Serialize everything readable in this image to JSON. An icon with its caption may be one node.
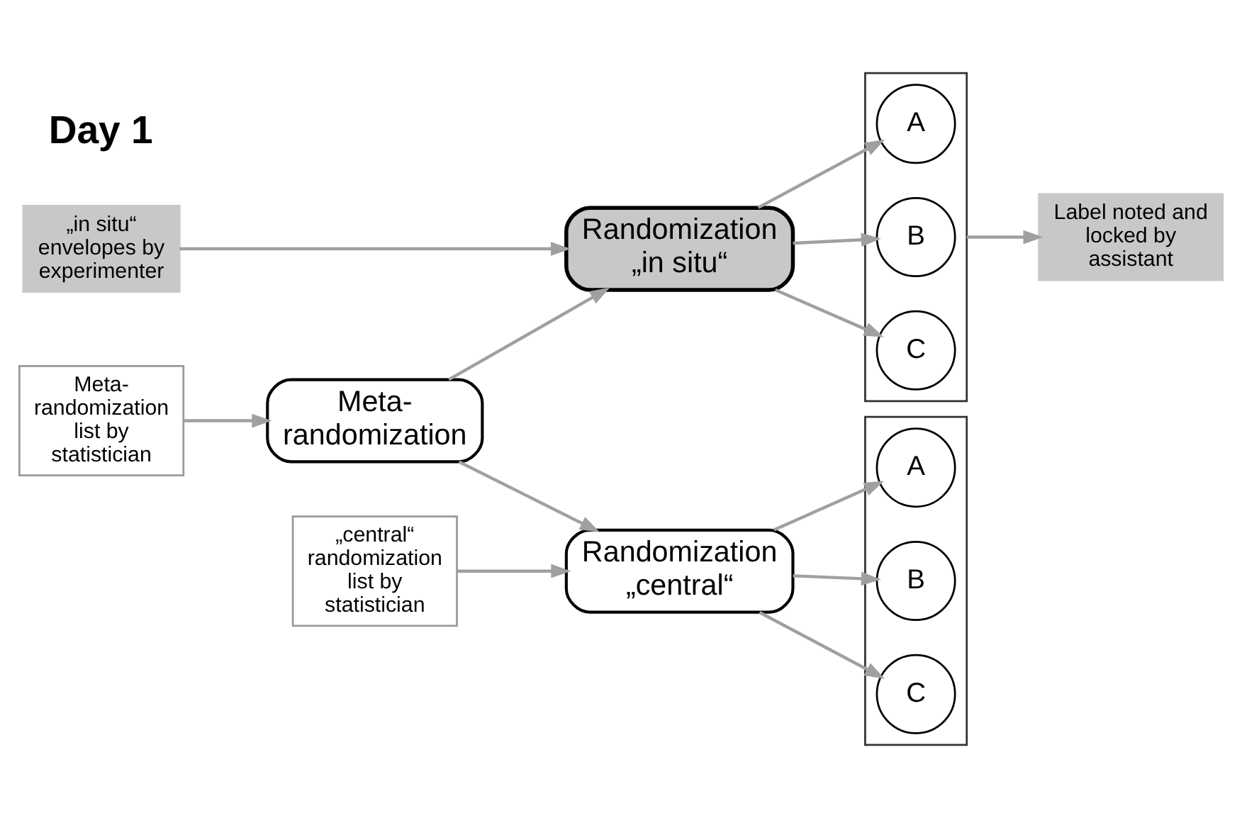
{
  "diagram": {
    "nodes": [
      {
        "text": [
          "„in situ“ envelopes by experimenter"
        ]
      },
      {
        "text": [
          "Meta- randomization"
        ]
      },
      {
        "text": [
          "Randomization „in situ“"
        ]
      },
      {
        "text": [],
        "shape": "box"
      },
      {
        "text": [
          "A"
        ],
        "in": 3
      },
      {
        "text": [
          "B"
        ],
        "in": 3
      },
      {
        "text": [
          "C"
        ],
        "in": 3
      },
      {
        "text": [
          "Label noted and locked by assistant"
        ]
      },
      {
        "text": [
          "Randomization „central“"
        ]
      },
      {
        "text": [],
        "shape": "box"
      },
      {
        "text": [
          "A"
        ],
        "in": 9
      },
      {
        "text": [
          "B"
        ],
        "in": 9
      },
      {
        "text": [
          "C"
        ],
        "in": 9
      },
      {
        "text": [
          "Meta- randomization list by statistician"
        ]
      },
      {
        "text": [
          "„central“ randomization list by statistician"
        ]
      }
    ],
    "edges": [
      {
        "from": 0,
        "to": 2,
        "arrow": "to"
      },
      {
        "from": 1,
        "to": 2,
        "arrow": "to"
      },
      {
        "from": 1,
        "to": 8,
        "arrow": "to"
      },
      {
        "from": 2,
        "to": 4,
        "arrow": "to"
      },
      {
        "from": 2,
        "to": 5,
        "arrow": "to"
      },
      {
        "from": 2,
        "to": 6,
        "arrow": "to"
      },
      {
        "from": 3,
        "to": 7,
        "arrow": "to"
      },
      {
        "from": 8,
        "to": 10,
        "arrow": "to"
      },
      {
        "from": 8,
        "to": 11,
        "arrow": "to"
      },
      {
        "from": 8,
        "to": 12,
        "arrow": "to"
      },
      {
        "from": 13,
        "to": 1,
        "arrow": "to"
      },
      {
        "from": 14,
        "to": 8,
        "arrow": "to"
      }
    ],
    "labels": [
      "Day 1"
    ]
  }
}
